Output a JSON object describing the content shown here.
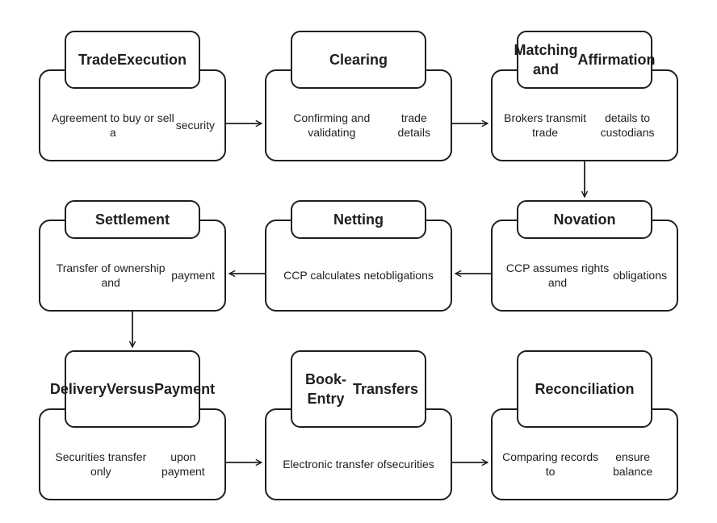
{
  "colors": {
    "stroke": "#1f1f1f",
    "background": "#ffffff"
  },
  "steps": [
    {
      "id": "trade-execution",
      "title": "Trade\nExecution",
      "description": "Agreement to buy or sell a\nsecurity"
    },
    {
      "id": "clearing",
      "title": "Clearing",
      "description": "Confirming and validating\ntrade details"
    },
    {
      "id": "matching-and-affirmation",
      "title": "Matching and\nAffirmation",
      "description": "Brokers transmit trade\ndetails to custodians"
    },
    {
      "id": "settlement",
      "title": "Settlement",
      "description": "Transfer of ownership and\npayment"
    },
    {
      "id": "netting",
      "title": "Netting",
      "description": "CCP calculates net\nobligations"
    },
    {
      "id": "novation",
      "title": "Novation",
      "description": "CCP assumes rights and\nobligations"
    },
    {
      "id": "delivery-versus-payment",
      "title": "Delivery\nVersus\nPayment",
      "description": "Securities transfer only\nupon payment"
    },
    {
      "id": "book-entry-transfers",
      "title": "Book-Entry\nTransfers",
      "description": "Electronic transfer of\nsecurities"
    },
    {
      "id": "reconciliation",
      "title": "Reconciliation",
      "description": "Comparing records to\nensure balance"
    }
  ],
  "connections": [
    {
      "from": "trade-execution",
      "to": "clearing"
    },
    {
      "from": "clearing",
      "to": "matching-and-affirmation"
    },
    {
      "from": "matching-and-affirmation",
      "to": "novation"
    },
    {
      "from": "novation",
      "to": "netting"
    },
    {
      "from": "netting",
      "to": "settlement"
    },
    {
      "from": "settlement",
      "to": "delivery-versus-payment"
    },
    {
      "from": "delivery-versus-payment",
      "to": "book-entry-transfers"
    },
    {
      "from": "book-entry-transfers",
      "to": "reconciliation"
    }
  ]
}
